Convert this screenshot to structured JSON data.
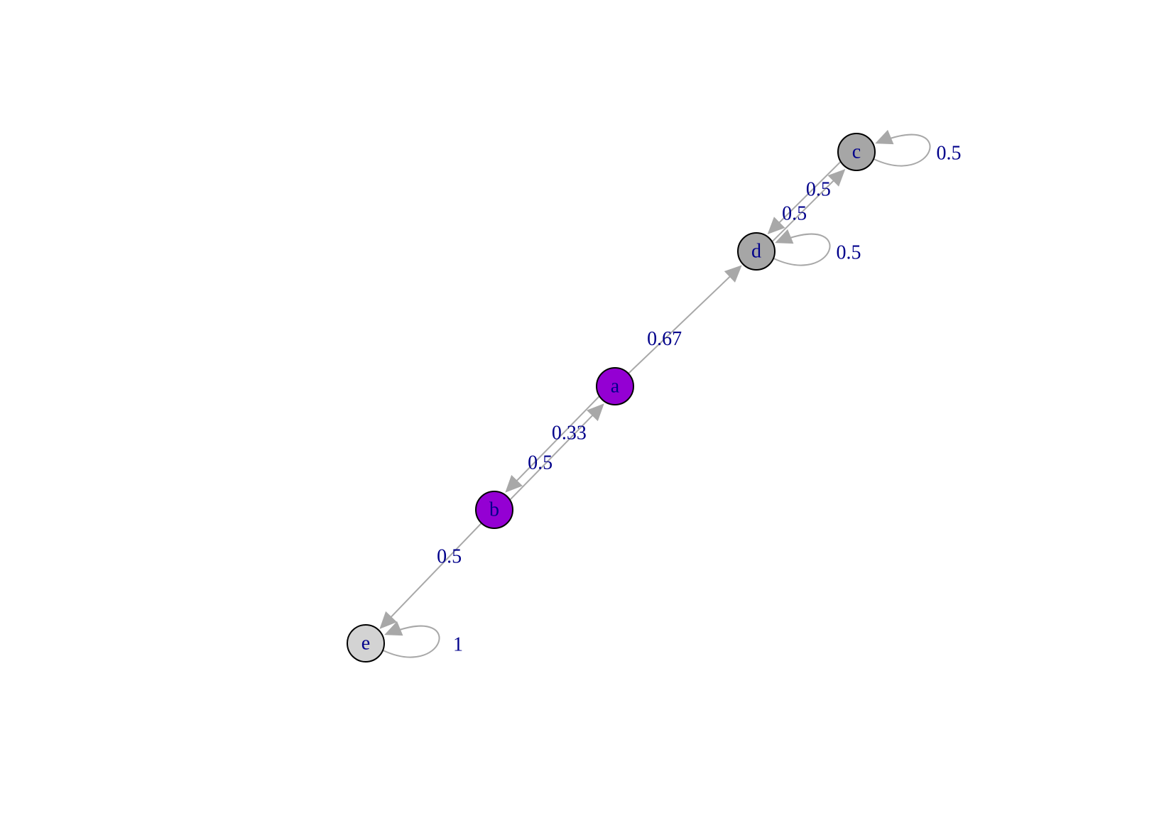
{
  "graph": {
    "nodes": [
      {
        "id": "a",
        "label": "a",
        "color": "#9400d3"
      },
      {
        "id": "b",
        "label": "b",
        "color": "#9400d3"
      },
      {
        "id": "c",
        "label": "c",
        "color": "#a6a6a6"
      },
      {
        "id": "d",
        "label": "d",
        "color": "#a6a6a6"
      },
      {
        "id": "e",
        "label": "e",
        "color": "#d3d3d3"
      }
    ],
    "edges": [
      {
        "from": "a",
        "to": "d",
        "label": "0.67"
      },
      {
        "from": "a",
        "to": "b",
        "label": "0.33"
      },
      {
        "from": "b",
        "to": "a",
        "label": "0.5"
      },
      {
        "from": "b",
        "to": "e",
        "label": "0.5"
      },
      {
        "from": "c",
        "to": "c",
        "label": "0.5"
      },
      {
        "from": "c",
        "to": "d",
        "label": "0.5"
      },
      {
        "from": "d",
        "to": "c",
        "label": "0.5"
      },
      {
        "from": "d",
        "to": "d",
        "label": "0.5"
      },
      {
        "from": "e",
        "to": "e",
        "label": "1"
      }
    ],
    "colors": {
      "edge": "#a8a8a8",
      "label": "#00008b",
      "node_border": "#000000"
    }
  }
}
